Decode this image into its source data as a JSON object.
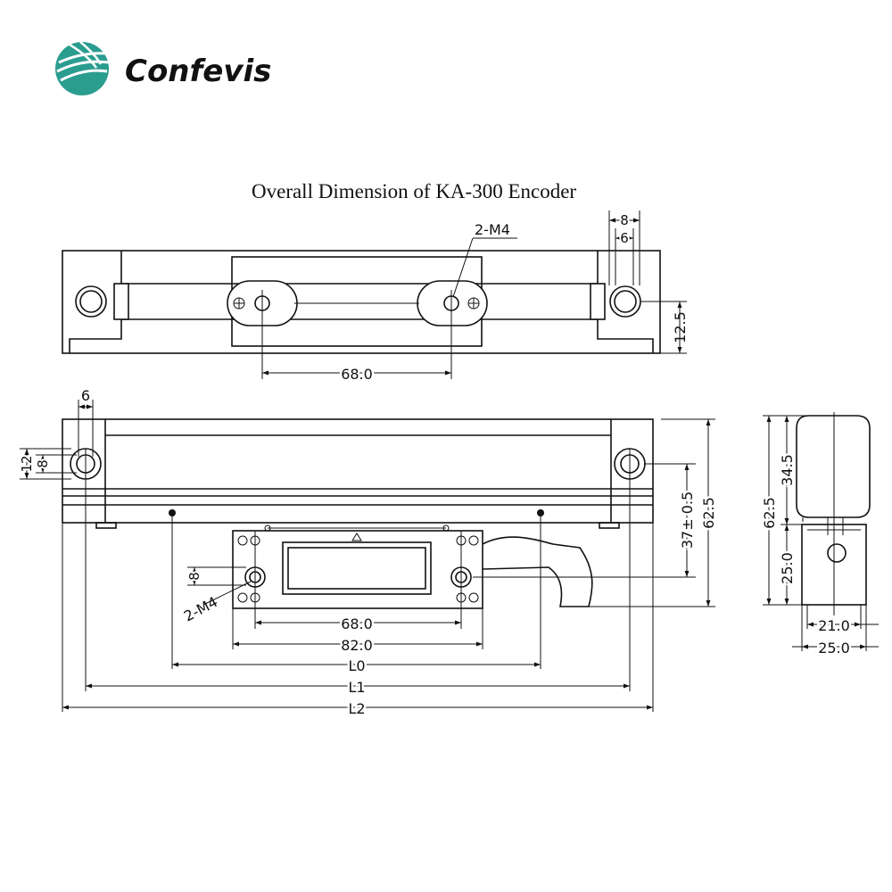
{
  "brand": {
    "name": "Confevis",
    "logo_color": "#2a9d8f"
  },
  "title": "Overall Dimension of KA-300 Encoder",
  "top_view": {
    "dim_8": "8",
    "dim_6": "6",
    "thread_label": "2-M4",
    "hole_spacing": "68.0",
    "height": "12.5"
  },
  "front_view": {
    "hole_offset": "6",
    "hole_dia_outer": "12",
    "hole_dia_inner": "8",
    "reader_hole_dia": "8",
    "reader_thread_label": "2-M4",
    "reader_hole_spacing": "68.0",
    "reader_width": "82.0",
    "length_L0": "L0",
    "length_L1": "L1",
    "length_L2": "L2",
    "offset_height": "37± 0.5",
    "total_height": "62.5"
  },
  "side_view": {
    "total_height": "62.5",
    "upper_height": "34.5",
    "lower_height": "25.0",
    "inner_width": "21.0",
    "outer_width": "25.0"
  }
}
